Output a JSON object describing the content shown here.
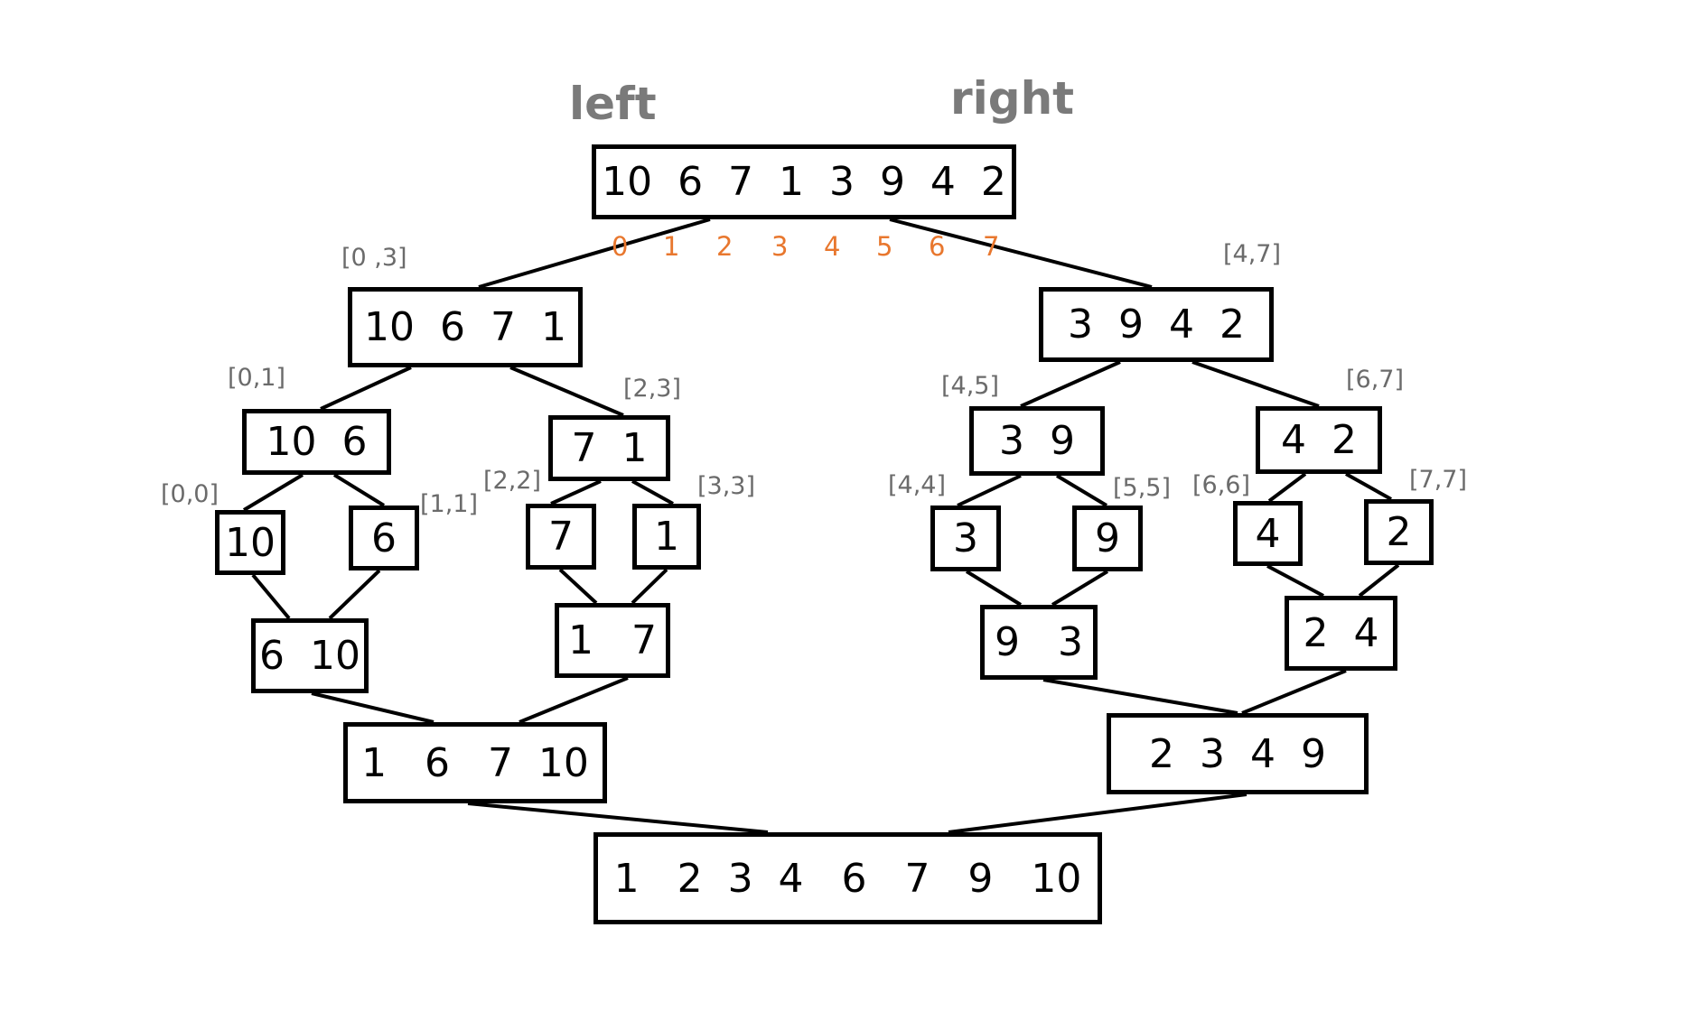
{
  "headers": {
    "left": "left",
    "right": "right"
  },
  "colors": {
    "stroke": "#000000",
    "range_label": "#6b6b6b",
    "header": "#7a7a7a",
    "index": "#e8772e"
  },
  "indices": [
    "0",
    "1",
    "2",
    "3",
    "4",
    "5",
    "6",
    "7"
  ],
  "nodes": [
    {
      "id": "root",
      "text": "10  6  7  1  3  9  4  2"
    },
    {
      "id": "l-0-3",
      "text": "10  6  7  1"
    },
    {
      "id": "r-4-7",
      "text": "3  9  4  2"
    },
    {
      "id": "l-0-1",
      "text": "10  6"
    },
    {
      "id": "l-2-3",
      "text": "7  1"
    },
    {
      "id": "r-4-5",
      "text": "3  9"
    },
    {
      "id": "r-6-7",
      "text": "4  2"
    },
    {
      "id": "leaf-0",
      "text": "10"
    },
    {
      "id": "leaf-1",
      "text": "6"
    },
    {
      "id": "leaf-2",
      "text": "7"
    },
    {
      "id": "leaf-3",
      "text": "1"
    },
    {
      "id": "leaf-4",
      "text": "3"
    },
    {
      "id": "leaf-5",
      "text": "9"
    },
    {
      "id": "leaf-6",
      "text": "4"
    },
    {
      "id": "leaf-7",
      "text": "2"
    },
    {
      "id": "m-0-1",
      "text": "6  10"
    },
    {
      "id": "m-2-3",
      "text": "1   7"
    },
    {
      "id": "m-4-5",
      "text": "9   3"
    },
    {
      "id": "m-6-7",
      "text": "2  4"
    },
    {
      "id": "m-0-3",
      "text": "1   6   7  10"
    },
    {
      "id": "m-4-7",
      "text": "2  3  4  9"
    },
    {
      "id": "result",
      "text": "1   2  3  4   6   7   9   10"
    }
  ],
  "range_labels": [
    {
      "id": "range-0-3",
      "text": "[0 ,3]"
    },
    {
      "id": "range-4-7",
      "text": "[4,7]"
    },
    {
      "id": "range-0-1",
      "text": "[0,1]"
    },
    {
      "id": "range-2-3",
      "text": "[2,3]"
    },
    {
      "id": "range-4-5",
      "text": "[4,5]"
    },
    {
      "id": "range-6-7",
      "text": "[6,7]"
    },
    {
      "id": "range-0-0",
      "text": "[0,0]"
    },
    {
      "id": "range-1-1",
      "text": "[1,1]"
    },
    {
      "id": "range-2-2",
      "text": "[2,2]"
    },
    {
      "id": "range-3-3",
      "text": "[3,3]"
    },
    {
      "id": "range-4-4",
      "text": "[4,4]"
    },
    {
      "id": "range-5-5",
      "text": "[5,5]"
    },
    {
      "id": "range-6-6",
      "text": "[6,6]"
    },
    {
      "id": "range-7-7",
      "text": "[7,7]"
    }
  ]
}
